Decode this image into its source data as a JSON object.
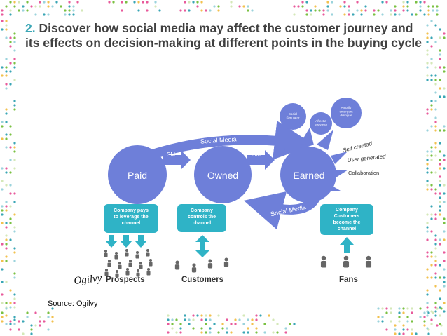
{
  "slide": {
    "number": "2.",
    "title": "Discover how social media may affect the customer journey and its effects on decision-making at different points in the buying cycle",
    "source": "Source: Ogilvy"
  },
  "diagram": {
    "circles": {
      "paid": "Paid",
      "owned": "Owned",
      "earned": "Earned"
    },
    "arrows": {
      "top_arc": "Social Media",
      "paid_to_owned": "SM",
      "owned_to_earned": "SM",
      "return_arc": "Social Media"
    },
    "bubbles": {
      "left": "Social Simulator",
      "middle": "Affect a response",
      "right": "Amplify emergent dialogue"
    },
    "rays": [
      "Self created",
      "User generated",
      "Collaboration"
    ],
    "boxes": {
      "paid": [
        "Company pays",
        "to leverage the",
        "channel"
      ],
      "owned": [
        "Company",
        "controls the",
        "channel"
      ],
      "earned": [
        "Company",
        "Customers",
        "become the",
        "channel"
      ]
    },
    "groups": {
      "prospects": "Prospects",
      "customers": "Customers",
      "fans": "Fans"
    },
    "logo_text": "Ogilvy"
  },
  "colors": {
    "circle": "#6e7fd9",
    "teal": "#2fb3c6",
    "people": "#666666",
    "heading": "#404040",
    "accent": "#3aa6b5"
  }
}
